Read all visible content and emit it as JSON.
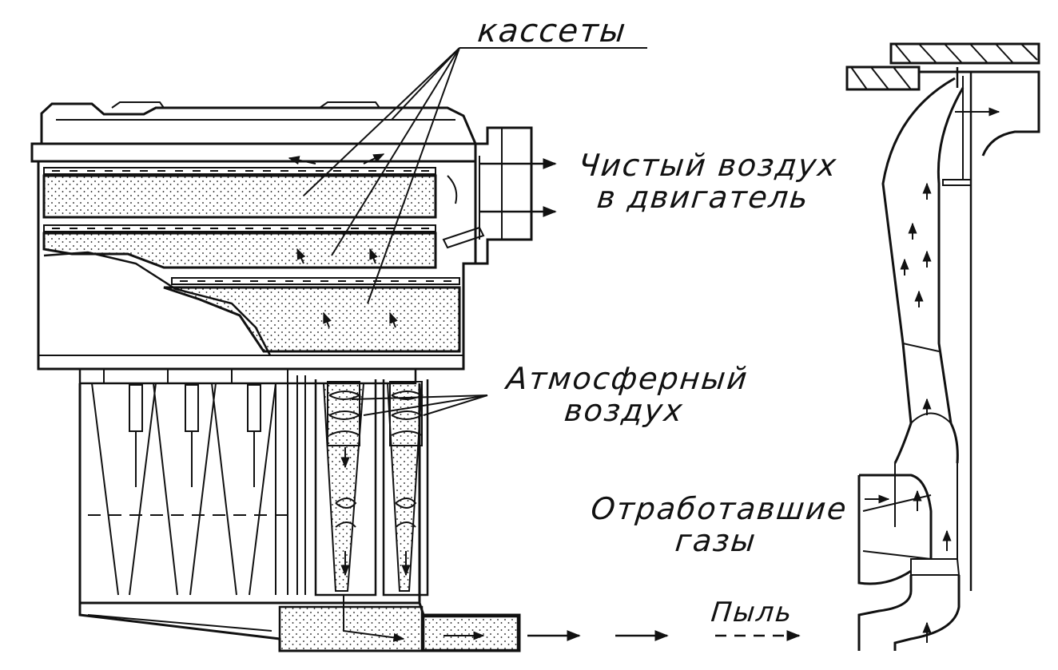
{
  "diagram": {
    "labels": {
      "cassettes": "кассеты",
      "clean_air_line1": "Чистый воздух",
      "clean_air_line2": "в двигатель",
      "atmospheric_air_line1": "Атмосферный",
      "atmospheric_air_line2": "воздух",
      "exhaust_gases_line1": "Отработавшие",
      "exhaust_gases_line2": "газы",
      "dust": "Пыль"
    },
    "colors": {
      "ink": "#111111",
      "paper": "#ffffff"
    }
  }
}
